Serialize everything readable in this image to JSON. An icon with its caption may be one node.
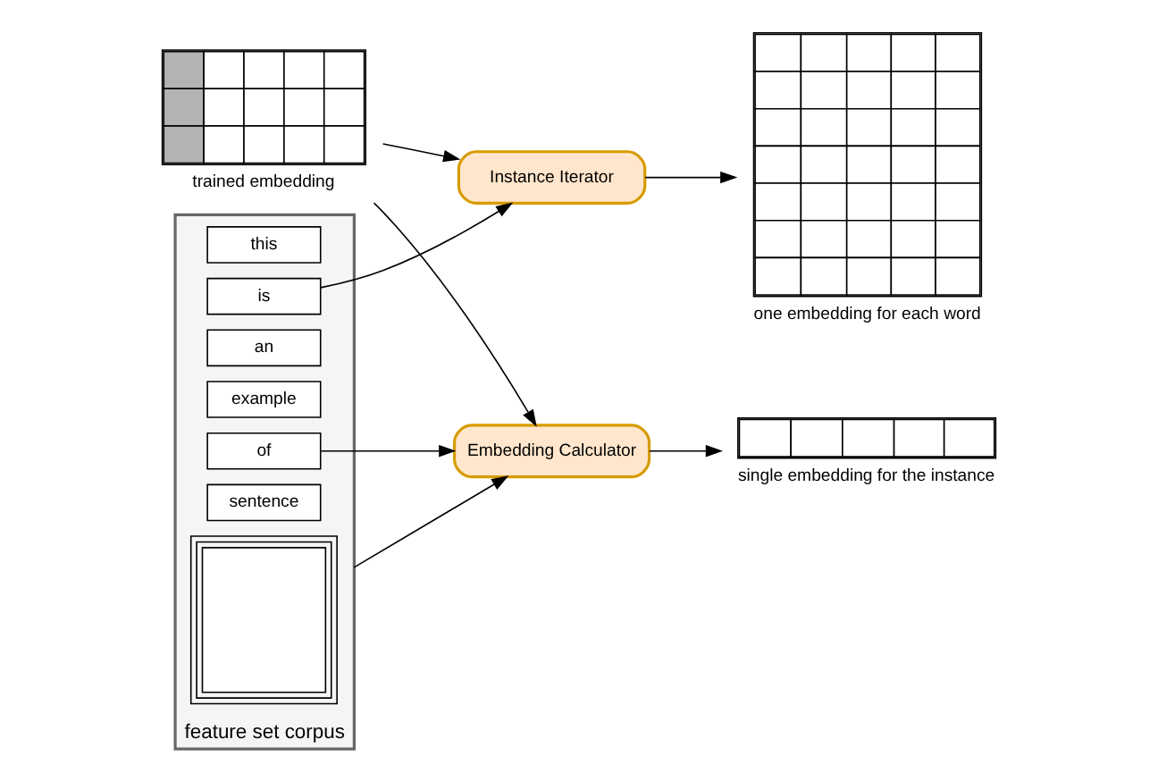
{
  "diagram": {
    "nodes": [
      {
        "text": [
          "feature set corpus"
        ]
      },
      {
        "text": [
          "this"
        ],
        "in": 0
      },
      {
        "text": [
          "is"
        ],
        "in": 0
      },
      {
        "text": [
          "an"
        ],
        "in": 0
      },
      {
        "text": [
          "example"
        ],
        "in": 0
      },
      {
        "text": [
          "of"
        ],
        "in": 0
      },
      {
        "text": [
          "sentence"
        ],
        "in": 0
      },
      {
        "text": [],
        "shape": "box",
        "in": 0
      },
      {
        "text": [
          "Instance Iterator"
        ]
      },
      {
        "text": [
          "trained embedding"
        ]
      },
      {
        "text": [
          "Embedding Calculator"
        ]
      },
      {
        "text": [
          "one embedding for each word"
        ]
      },
      {
        "text": [
          "single embedding for the instance"
        ]
      }
    ],
    "edges": [
      {
        "from": 2,
        "to": 8,
        "arrow": "to"
      },
      {
        "from": 9,
        "to": 8,
        "arrow": "to"
      },
      {
        "from": 9,
        "to": 10,
        "arrow": "to"
      },
      {
        "from": 5,
        "to": 10,
        "arrow": "to"
      },
      {
        "from": 0,
        "to": 10,
        "arrow": "to"
      },
      {
        "from": 8,
        "to": 11,
        "arrow": "to"
      },
      {
        "from": 10,
        "to": 12,
        "arrow": "to"
      }
    ]
  }
}
